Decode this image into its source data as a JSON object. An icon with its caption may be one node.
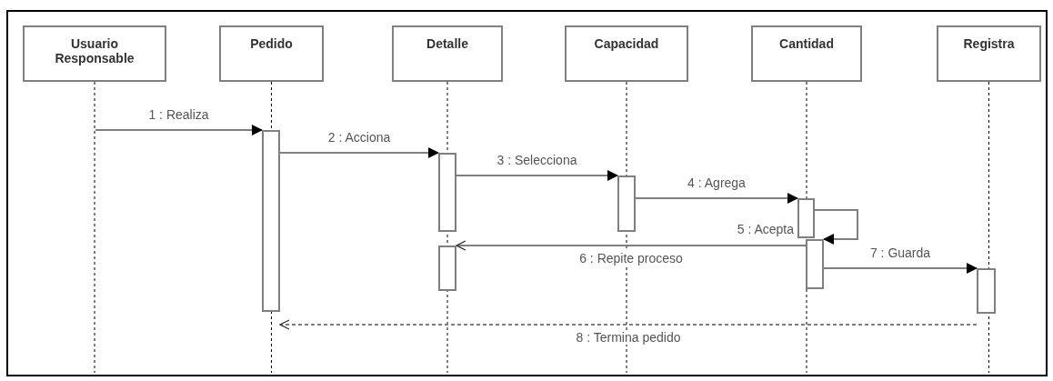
{
  "diagram": {
    "nodes": [
      {
        "text": [
          "Usuario Responsable"
        ]
      },
      {
        "text": [
          "Pedido"
        ]
      },
      {
        "text": [
          "Detalle"
        ]
      },
      {
        "text": [
          "Capacidad"
        ]
      },
      {
        "text": [
          "Cantidad"
        ]
      },
      {
        "text": [
          "Registra"
        ]
      },
      {
        "text": [],
        "shape": "bar"
      },
      {
        "text": [],
        "shape": "bar"
      },
      {
        "text": [],
        "shape": "bar"
      },
      {
        "text": [],
        "shape": "bar"
      },
      {
        "text": [],
        "shape": "bar"
      },
      {
        "text": [],
        "shape": "bar"
      },
      {
        "text": [],
        "shape": "bar"
      }
    ],
    "edges": [
      {
        "from": null,
        "to": 6,
        "arrow": "to",
        "label": "1 : Realiza"
      },
      {
        "from": 6,
        "to": 7,
        "arrow": "to",
        "label": "2 : Acciona"
      },
      {
        "from": 7,
        "to": 9,
        "arrow": "to",
        "label": "3 : Selecciona"
      },
      {
        "from": 9,
        "to": 10,
        "arrow": "to",
        "label": "4 : Agrega"
      },
      {
        "from": 10,
        "to": 11,
        "arrow": "to",
        "label": "5 : Acepta"
      },
      {
        "from": 11,
        "to": 8,
        "arrow": "to",
        "label": "6 : Repite proceso"
      },
      {
        "from": 11,
        "to": 12,
        "arrow": "to",
        "label": "7 : Guarda"
      },
      {
        "from": 12,
        "to": 6,
        "arrow": "to",
        "label": "8 : Termina pedido",
        "style": "dashed"
      }
    ]
  }
}
